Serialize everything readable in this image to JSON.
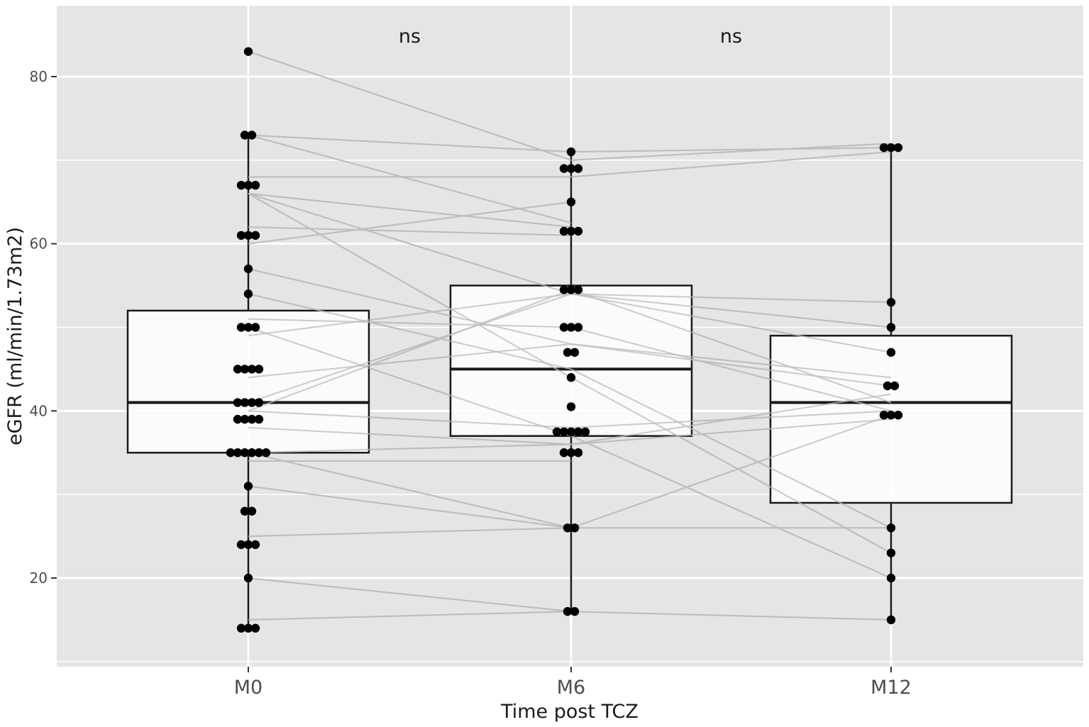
{
  "chart_data": {
    "type": "boxplot",
    "xlabel": "Time post TCZ",
    "ylabel": "eGFR (ml/min/1.73m2)",
    "categories": [
      "M0",
      "M6",
      "M12"
    ],
    "ylim": [
      9,
      88
    ],
    "y_ticks": [
      20,
      40,
      60,
      80
    ],
    "grid": true,
    "background": "#e5e5e5",
    "grid_color": "#ffffff",
    "point_color": "#000000",
    "line_color": "#bdbdbd",
    "box_fill": "#ffffff",
    "box_stroke": "#1a1a1a",
    "boxes": [
      {
        "category": "M0",
        "whisker_low": 14,
        "q1": 35,
        "median": 41,
        "q3": 52,
        "whisker_high": 73
      },
      {
        "category": "M6",
        "whisker_low": 16,
        "q1": 37,
        "median": 45,
        "q3": 55,
        "whisker_high": 71
      },
      {
        "category": "M12",
        "whisker_low": 15,
        "q1": 29,
        "median": 41,
        "q3": 49,
        "whisker_high": 71.5
      }
    ],
    "points": {
      "M0": [
        83,
        73,
        73,
        67,
        67,
        67,
        61,
        61,
        61,
        57,
        54,
        50,
        50,
        50,
        45,
        45,
        45,
        45,
        41,
        41,
        41,
        41,
        39,
        39,
        39,
        39,
        35,
        35,
        35,
        35,
        35,
        35,
        31,
        28,
        28,
        24,
        24,
        24,
        20,
        14,
        14,
        14
      ],
      "M6": [
        71,
        69,
        69,
        69,
        65,
        61.5,
        61.5,
        61.5,
        54.5,
        54.5,
        54.5,
        50,
        50,
        50,
        47,
        47,
        44,
        40.5,
        37.5,
        37.5,
        37.5,
        37.5,
        37.5,
        35,
        35,
        35,
        26,
        26,
        16,
        16
      ],
      "M12": [
        71.5,
        71.5,
        71.5,
        53,
        50,
        47,
        43,
        43,
        39.5,
        39.5,
        39.5,
        26,
        23,
        20,
        15
      ]
    },
    "paired_lines": [
      [
        [
          83,
          70
        ],
        [
          70,
          72
        ]
      ],
      [
        [
          73,
          71
        ],
        [
          71,
          71.5
        ]
      ],
      [
        [
          73,
          62.5
        ]
      ],
      [
        [
          68,
          68
        ],
        [
          68,
          71
        ]
      ],
      [
        [
          66,
          62
        ]
      ],
      [
        [
          66,
          54
        ],
        [
          54,
          50
        ]
      ],
      [
        [
          62,
          61
        ]
      ],
      [
        [
          60,
          65
        ]
      ],
      [
        [
          66,
          44
        ],
        [
          44,
          23
        ]
      ],
      [
        [
          57,
          48
        ],
        [
          48,
          44
        ]
      ],
      [
        [
          54,
          45
        ],
        [
          45,
          26
        ]
      ],
      [
        [
          49,
          54
        ],
        [
          54,
          53
        ]
      ],
      [
        [
          51,
          50
        ],
        [
          50,
          40
        ]
      ],
      [
        [
          41,
          54
        ],
        [
          54,
          47
        ]
      ],
      [
        [
          40,
          54.5
        ],
        [
          54.5,
          41
        ]
      ],
      [
        [
          44,
          48
        ],
        [
          48,
          43
        ]
      ],
      [
        [
          40,
          38
        ],
        [
          38,
          40
        ]
      ],
      [
        [
          38,
          36
        ],
        [
          36,
          39
        ]
      ],
      [
        [
          50,
          37
        ],
        [
          37,
          20
        ]
      ],
      [
        [
          35,
          36
        ],
        [
          36,
          42
        ]
      ],
      [
        [
          34,
          34
        ]
      ],
      [
        [
          35,
          26
        ],
        [
          26,
          39.5
        ]
      ],
      [
        [
          31,
          26
        ],
        [
          26,
          26
        ]
      ],
      [
        [
          25,
          26
        ]
      ],
      [
        [
          20,
          16
        ],
        [
          16,
          15
        ]
      ],
      [
        [
          15,
          16
        ]
      ]
    ],
    "annotations": [
      {
        "text": "ns",
        "between": [
          "M0",
          "M6"
        ]
      },
      {
        "text": "ns",
        "between": [
          "M6",
          "M12"
        ]
      }
    ]
  }
}
